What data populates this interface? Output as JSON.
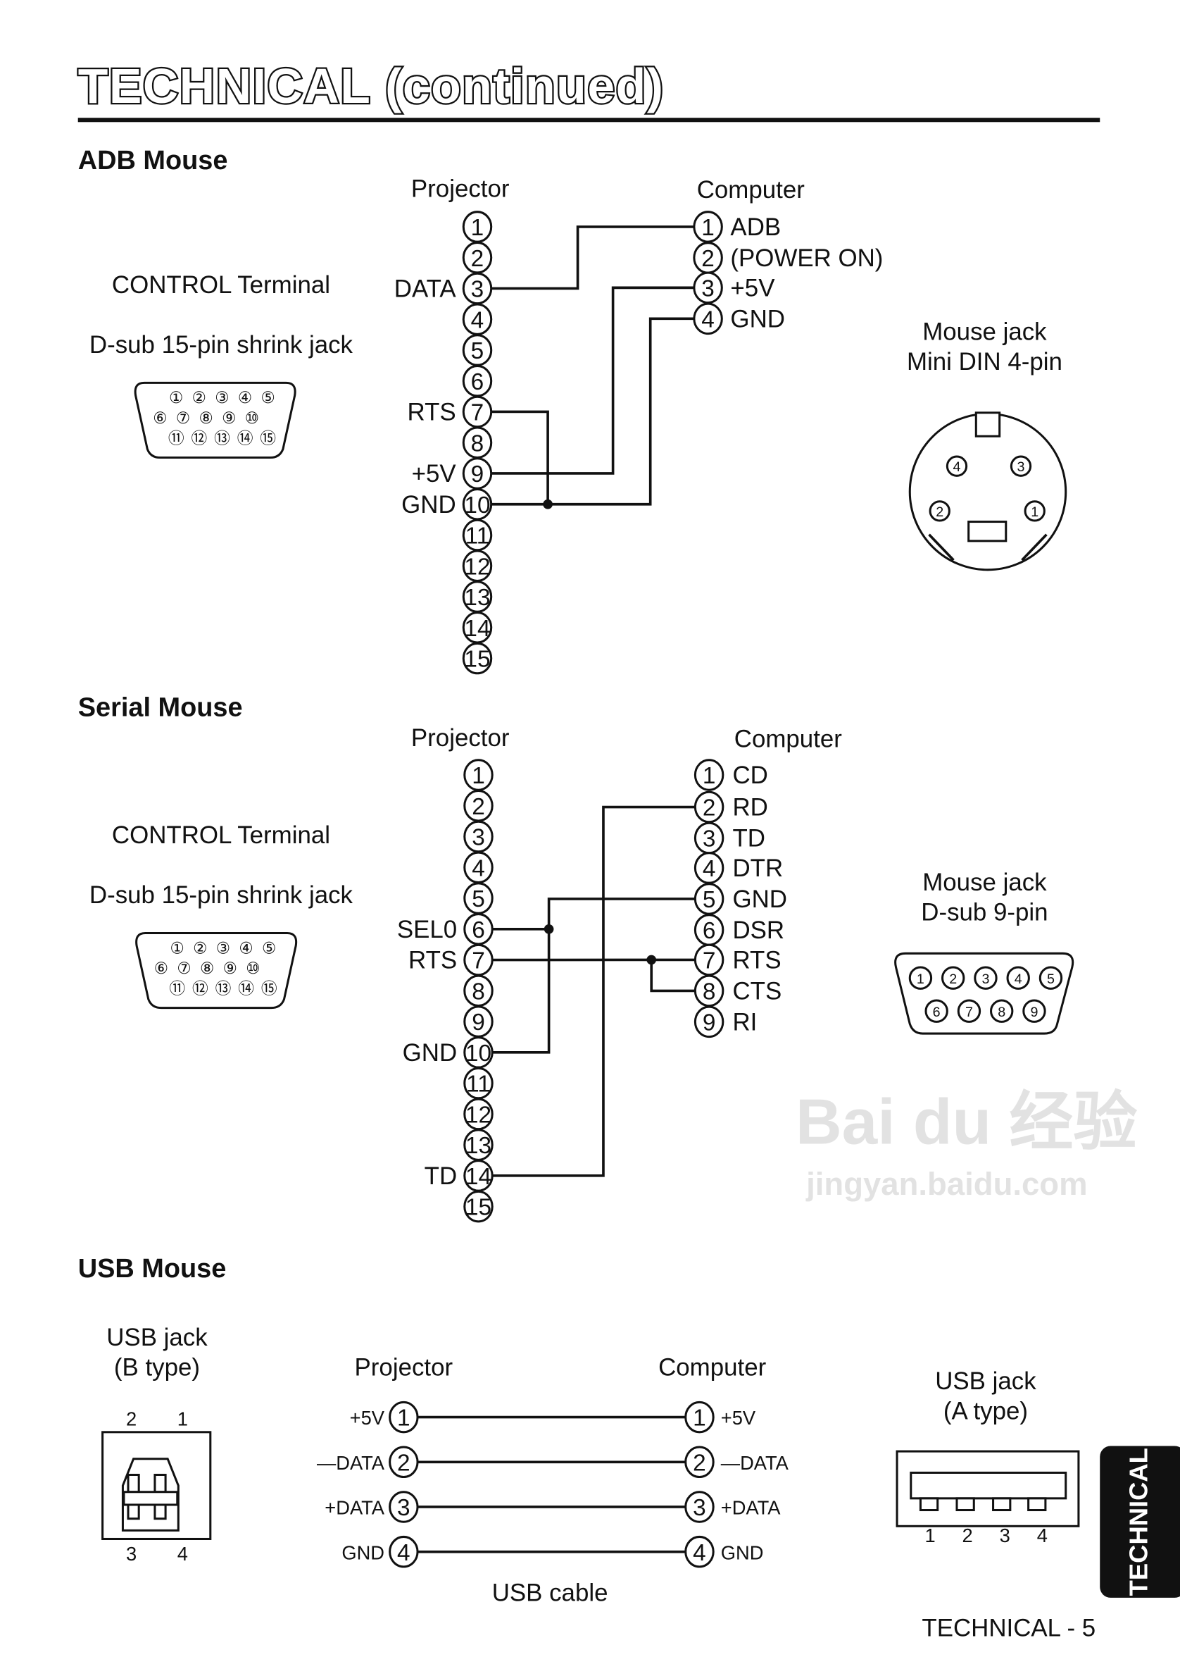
{
  "page": {
    "title": "TECHNICAL (continued)",
    "side_tab": "TECHNICAL",
    "footer": "TECHNICAL - 5",
    "watermark": "Bai du 经验 jingyan.baidu.com"
  },
  "adb": {
    "heading": "ADB Mouse",
    "projector_label": "Projector",
    "computer_label": "Computer",
    "terminal_label": "CONTROL Terminal",
    "jack_label": "D-sub 15-pin shrink jack",
    "mouse_jack_line1": "Mouse jack",
    "mouse_jack_line2": "Mini DIN 4-pin",
    "projector_pins": [
      "1",
      "2",
      "3",
      "4",
      "5",
      "6",
      "7",
      "8",
      "9",
      "10",
      "11",
      "12",
      "13",
      "14",
      "15"
    ],
    "projector_signals": {
      "3": "DATA",
      "7": "RTS",
      "9": "+5V",
      "10": "GND"
    },
    "computer_pins": [
      "1",
      "2",
      "3",
      "4"
    ],
    "computer_signals": [
      "ADB",
      "(POWER ON)",
      "+5V",
      "GND"
    ],
    "connections": [
      [
        "3",
        "1"
      ],
      [
        "9",
        "3"
      ],
      [
        "10",
        "4"
      ],
      [
        "7",
        "10"
      ]
    ],
    "din_pins": [
      "4",
      "3",
      "2",
      "1"
    ]
  },
  "serial": {
    "heading": "Serial Mouse",
    "projector_label": "Projector",
    "computer_label": "Computer",
    "terminal_label": "CONTROL Terminal",
    "jack_label": "D-sub 15-pin shrink jack",
    "mouse_jack_line1": "Mouse jack",
    "mouse_jack_line2": "D-sub 9-pin",
    "projector_pins": [
      "1",
      "2",
      "3",
      "4",
      "5",
      "6",
      "7",
      "8",
      "9",
      "10",
      "11",
      "12",
      "13",
      "14",
      "15"
    ],
    "projector_signals": {
      "6": "SEL0",
      "7": "RTS",
      "10": "GND",
      "14": "TD"
    },
    "computer_pins": [
      "1",
      "2",
      "3",
      "4",
      "5",
      "6",
      "7",
      "8",
      "9"
    ],
    "computer_signals": [
      "CD",
      "RD",
      "TD",
      "DTR",
      "GND",
      "DSR",
      "RTS",
      "CTS",
      "RI"
    ],
    "connections": [
      [
        "14",
        "2"
      ],
      [
        "10",
        "5"
      ],
      [
        "6",
        "10"
      ],
      [
        "7",
        "7"
      ],
      [
        "7",
        "8"
      ]
    ],
    "dsub9_pins": [
      "1",
      "2",
      "3",
      "4",
      "5",
      "6",
      "7",
      "8",
      "9"
    ]
  },
  "usb": {
    "heading": "USB Mouse",
    "b_jack_line1": "USB jack",
    "b_jack_line2": "(B type)",
    "b_pins": [
      "2",
      "1",
      "3",
      "4"
    ],
    "projector_label": "Projector",
    "computer_label": "Computer",
    "pins": [
      "1",
      "2",
      "3",
      "4"
    ],
    "signals": [
      "+5V",
      "—DATA",
      "+DATA",
      "GND"
    ],
    "cable_label": "USB cable",
    "a_jack_line1": "USB jack",
    "a_jack_line2": "(A type)",
    "a_pins": [
      "1",
      "2",
      "3",
      "4"
    ]
  },
  "dsub15_pins": [
    "①",
    "②",
    "③",
    "④",
    "⑤",
    "⑥",
    "⑦",
    "⑧",
    "⑨",
    "⑩",
    "⑪",
    "⑫",
    "⑬",
    "⑭",
    "⑮"
  ]
}
